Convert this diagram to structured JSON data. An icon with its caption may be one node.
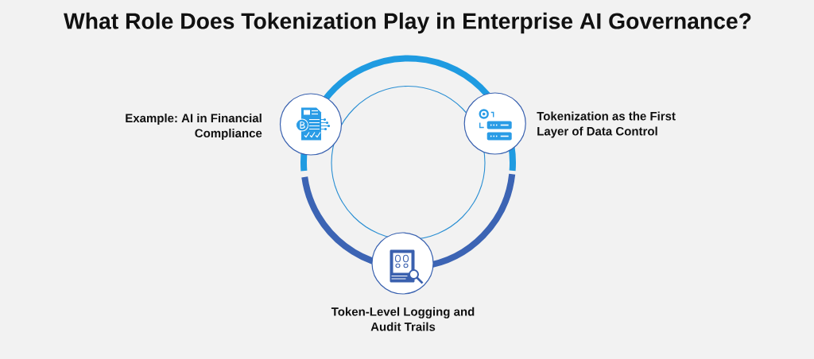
{
  "diagram": {
    "title": "What Role Does Tokenization Play in Enterprise AI Governance?",
    "nodes": [
      {
        "text": [],
        "shape": "circle",
        "beside": [
          "Example: AI in Financial Compliance"
        ]
      },
      {
        "text": [],
        "shape": "circle",
        "beside": [
          "Tokenization as the First Layer of Data Control"
        ]
      },
      {
        "text": [],
        "shape": "circle",
        "beside": [
          "Token-Level Logging and Audit Trails"
        ]
      }
    ]
  }
}
